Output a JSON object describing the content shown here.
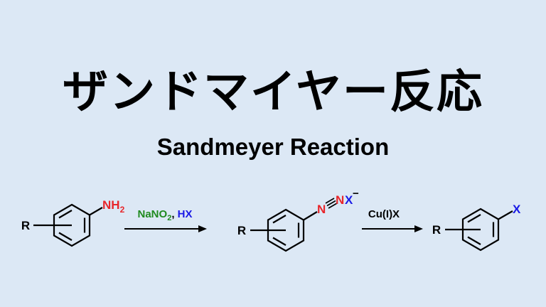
{
  "title_japanese": "ザンドマイヤー反応",
  "title_english": "Sandmeyer Reaction",
  "colors": {
    "background": "#dce8f5",
    "nitrogen": "#e8262b",
    "halogen": "#1a1ae6",
    "sodium_nitrite": "#1f8a1f",
    "bonds": "#000000"
  },
  "scheme": {
    "start": {
      "r_label": "R",
      "group_main": "NH",
      "group_sub": "2"
    },
    "step1": {
      "reagent_a_main": "NaNO",
      "reagent_a_sub": "2",
      "separator": ", ",
      "reagent_b": "HX"
    },
    "intermediate": {
      "r_label": "R",
      "n1": "N",
      "n2": "N",
      "counterion": "X",
      "charge": "−"
    },
    "step2": {
      "reagent": "Cu(I)X"
    },
    "product": {
      "r_label": "R",
      "substituent": "X"
    }
  }
}
